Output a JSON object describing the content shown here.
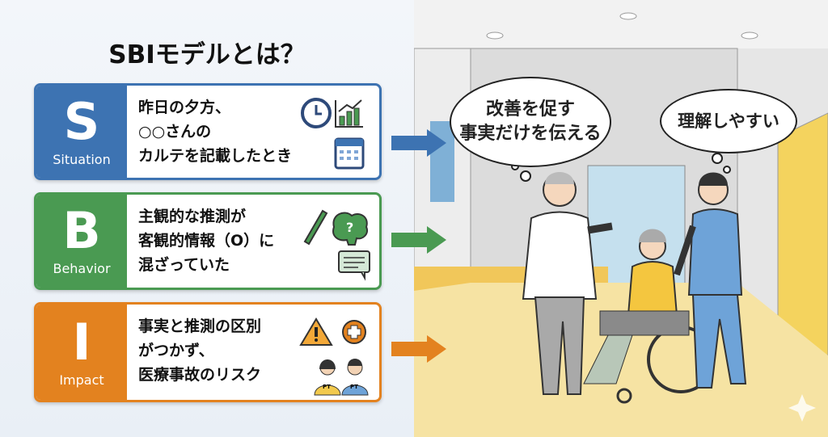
{
  "title": "SBIモデルとは？",
  "cards": [
    {
      "letter": "S",
      "word": "Situation",
      "text": "昨日の夕方、\n○○さんの\nカルテを記載したとき",
      "color": "#3d73b2",
      "icons": [
        "clock-icon",
        "bar-chart-icon",
        "calendar-icon"
      ]
    },
    {
      "letter": "B",
      "word": "Behavior",
      "text": "主観的な推測が\n客観的情報（O）に\n混ざっていた",
      "color": "#4a9a52",
      "icons": [
        "pen-icon",
        "brain-question-icon",
        "chat-icon"
      ]
    },
    {
      "letter": "I",
      "word": "Impact",
      "text": "事実と推測の区別\nがつかず、\n医療事故のリスク",
      "color": "#e3821f",
      "icons": [
        "warning-icon",
        "medical-cross-icon",
        "therapists-icon"
      ]
    }
  ],
  "badge_text": "PT",
  "bubbles": [
    "改善を促す\n事実だけを伝える",
    "理解しやすい"
  ]
}
